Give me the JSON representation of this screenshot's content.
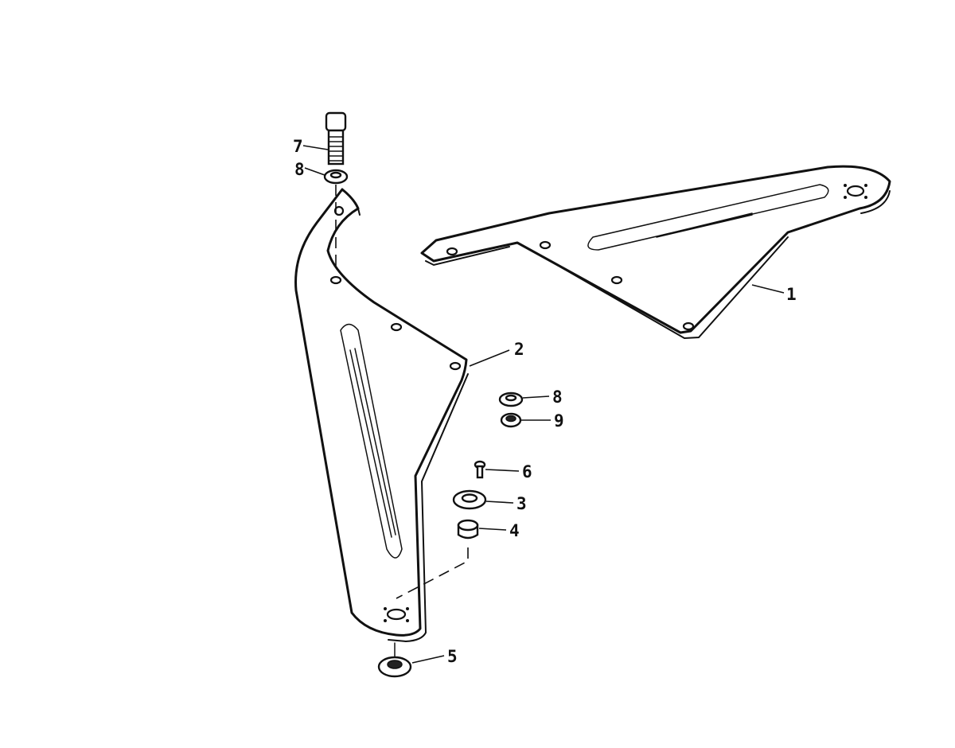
{
  "diagram": {
    "callouts": [
      {
        "id": "part-1",
        "label": "1"
      },
      {
        "id": "part-2",
        "label": "2"
      },
      {
        "id": "part-3",
        "label": "3"
      },
      {
        "id": "part-4",
        "label": "4"
      },
      {
        "id": "part-5",
        "label": "5"
      },
      {
        "id": "part-6",
        "label": "6"
      },
      {
        "id": "part-7",
        "label": "7"
      },
      {
        "id": "part-8a",
        "label": "8"
      },
      {
        "id": "part-8b",
        "label": "8"
      },
      {
        "id": "part-9",
        "label": "9"
      }
    ]
  }
}
